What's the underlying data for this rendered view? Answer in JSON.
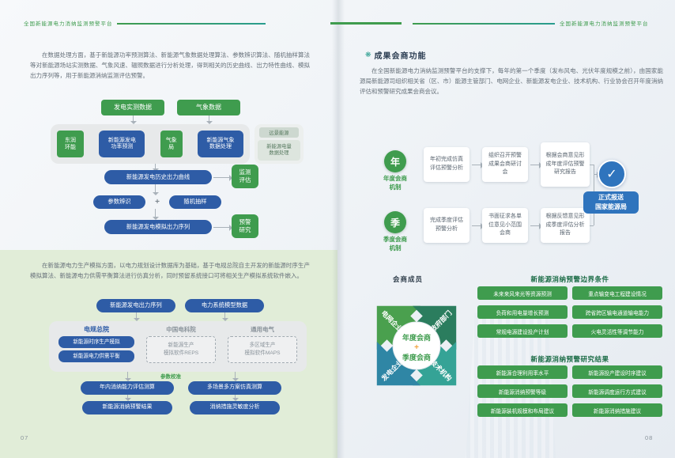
{
  "header": {
    "left_title": "全国新能源电力消纳监测预警平台",
    "right_title": "全国新能源电力消纳监测预警平台"
  },
  "footer": {
    "left_page": "07",
    "right_page": "08"
  },
  "left_page": {
    "intro": "在数据处理方面，基于新能源功率预测算法、新能源气象数据处理算法、参数辨识算法、随机抽样算法等对新能源场站实测数据、气象风速、辐照数据进行分析处理，得到相关的历史曲线、出力特性曲线、模拟出力序列等，用于新能源消纳监测评估预警。",
    "data_flow": {
      "source1": "发电实测数据",
      "source2": "气象数据",
      "tag1": "东润\n环能",
      "proc1": "新能源发电\n功率预测",
      "tag2": "气象\n局",
      "proc2": "新能源气象\n数据处理",
      "tag3": "远景能源",
      "proc3": "新能源电量\n数据处理",
      "history": "新能源发电历史出力曲线",
      "side1": "监测\n评估",
      "param": "参数辨识",
      "plus": "+",
      "sample": "随机抽样",
      "sim": "新能源发电模拟出力序列",
      "side2": "预警\n研究"
    },
    "sim_block": {
      "intro": "在新能源电力生产模拟方面，以电力规划设计数据库为基础，基于电规总院自主开发的新能源时序生产模拟算法、新能源电力供需平衡算法进行仿真分析，同时预留系统接口可将相关生产模拟系统软件嵌入。",
      "input1": "新能源发电出力序列",
      "input2": "电力系统模型数据",
      "col1_name": "电规总院",
      "col1_item1": "新能源时序生产模拟",
      "col1_item2": "新能源电力供需平衡",
      "col2_name": "中国电科院",
      "col2_item": "新能源生产\n模拟软件REPS",
      "col3_name": "通用电气",
      "col3_item": "多区域生产\n模拟软件MAPS",
      "out1": "年内消纳能力评估测算",
      "calibration": "参数校准",
      "out2": "多场景多方案仿真测算",
      "result1": "新能源消纳预警结果",
      "result2": "消纳措施灵敏度分析"
    }
  },
  "right_page": {
    "section_icon": "❋",
    "section_title": "成果会商功能",
    "intro": "在全国新能源电力消纳监测预警平台的支撑下，每年的第一个季度（发布风电、光伏年度规模之前），由国家能源局新能源司组织相关省（区、市）能源主管部门、电网企业、新能源发电企业、技术机构、行业协会召开年度消纳评估和预警研究成果会商会议。",
    "annual": {
      "badge": "年",
      "label": "年度会商\n机制",
      "step1": "年初完成仿真评估预警分析",
      "step2": "组织召开预警成果会商研讨会",
      "step3": "根据会商意见形成年度评估预警研究报告"
    },
    "quarterly": {
      "badge": "季",
      "label": "季度会商\n机制",
      "step1": "完成季度评估预警分析",
      "step2": "书面征求各单位意见小范围会商",
      "step3": "根据反馈意见形成季度评估分析报告"
    },
    "report": {
      "check": "✓",
      "label": "正式报送\n国家能源局"
    },
    "members_title": "会商成员",
    "pinwheel": {
      "center_top": "年度会商",
      "center_plus": "+",
      "center_bottom": "季度会商",
      "blade_nw": "电网企业",
      "blade_ne": "政府部门",
      "blade_sw": "发电企业",
      "blade_se": "技术机构"
    },
    "boundary": {
      "title": "新能源消纳预警边界条件",
      "items": [
        "未来来风来光等资源预测",
        "重点输变电工程建设情况",
        "负荷和用电量增长预测",
        "跨省跨区输电通道输电能力",
        "常规电源建设投产计划",
        "火电灵活性等调节能力"
      ]
    },
    "results": {
      "title": "新能源消纳预警研究结果",
      "items": [
        "新能源合理利用率水平",
        "新能源投产建设时序建议",
        "新能源消纳预警等级",
        "新能源调度运行方式建议",
        "新能源装机规模和布局建议",
        "新能源消纳措施建议"
      ]
    }
  },
  "colors": {
    "green": "#3f9c4e",
    "blue": "#2e5ca6",
    "report_blue": "#2f74bd"
  }
}
